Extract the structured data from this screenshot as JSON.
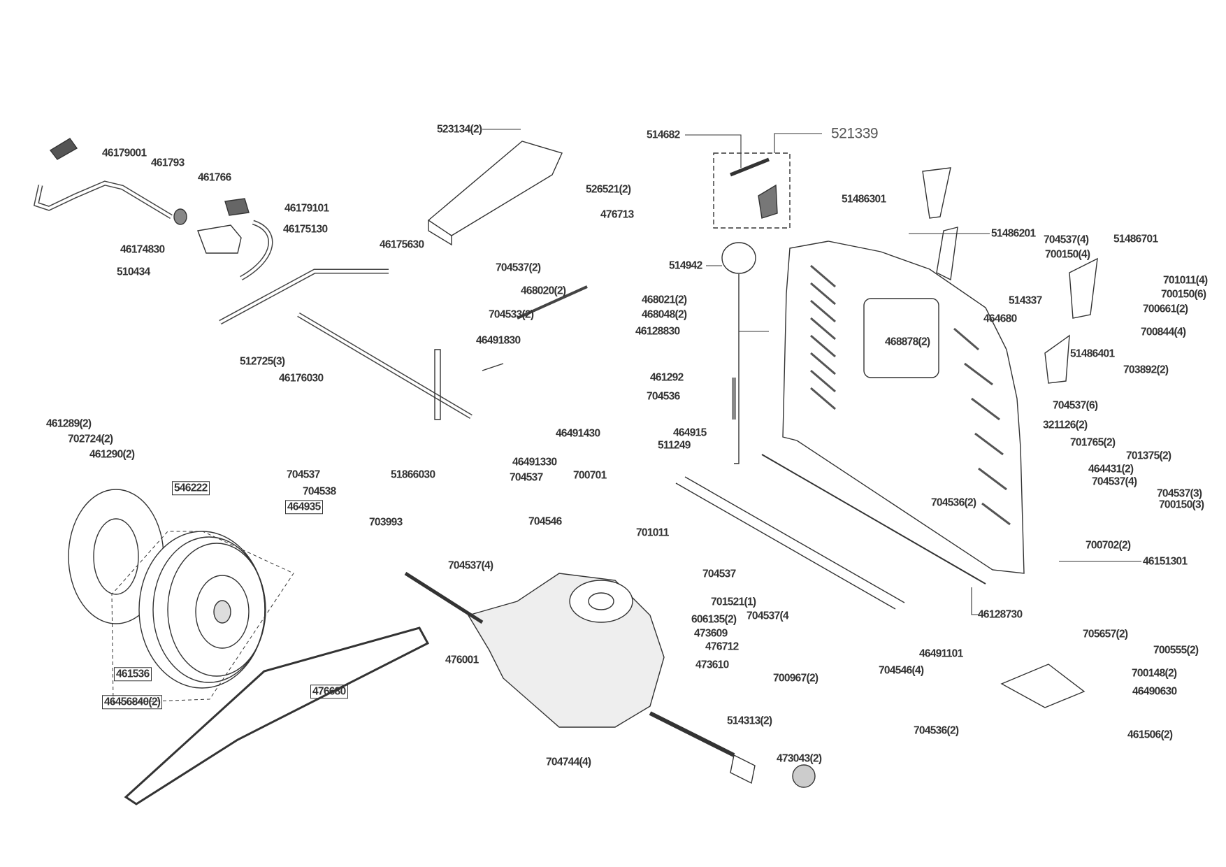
{
  "diagram": {
    "type": "exploded parts diagram",
    "line_color": "#333333",
    "labels": [
      {
        "text": "46179001"
      },
      {
        "text": "461793"
      },
      {
        "text": "461766"
      },
      {
        "text": "46179101"
      },
      {
        "text": "46175130"
      },
      {
        "text": "46174830"
      },
      {
        "text": "510434"
      },
      {
        "text": "46175630"
      },
      {
        "text": "512725(3)"
      },
      {
        "text": "46176030"
      },
      {
        "text": "523134(2)"
      },
      {
        "text": "514682"
      },
      {
        "text": "521339"
      },
      {
        "text": "526521(2)"
      },
      {
        "text": "476713"
      },
      {
        "text": "51486301"
      },
      {
        "text": "51486201"
      },
      {
        "text": "704537(4)"
      },
      {
        "text": "51486701"
      },
      {
        "text": "700150(4)"
      },
      {
        "text": "514337"
      },
      {
        "text": "464680"
      },
      {
        "text": "701011(4)"
      },
      {
        "text": "700150(6)"
      },
      {
        "text": "700661(2)"
      },
      {
        "text": "700844(4)"
      },
      {
        "text": "51486401"
      },
      {
        "text": "703892(2)"
      },
      {
        "text": "704537(6)"
      },
      {
        "text": "321126(2)"
      },
      {
        "text": "468878(2)"
      },
      {
        "text": "704537(2)"
      },
      {
        "text": "468020(2)"
      },
      {
        "text": "468021(2)"
      },
      {
        "text": "468048(2)"
      },
      {
        "text": "704533(2)"
      },
      {
        "text": "46491830"
      },
      {
        "text": "514942"
      },
      {
        "text": "46128830"
      },
      {
        "text": "461292"
      },
      {
        "text": "704536"
      },
      {
        "text": "46491430"
      },
      {
        "text": "464915"
      },
      {
        "text": "511249"
      },
      {
        "text": "700701"
      },
      {
        "text": "46491330"
      },
      {
        "text": "704537"
      },
      {
        "text": "51866030"
      },
      {
        "text": "704537"
      },
      {
        "text": "704538"
      },
      {
        "text": "464935",
        "boxed": true
      },
      {
        "text": "703993"
      },
      {
        "text": "704546"
      },
      {
        "text": "461289(2)"
      },
      {
        "text": "702724(2)"
      },
      {
        "text": "461290(2)"
      },
      {
        "text": "546222",
        "boxed": true
      },
      {
        "text": "461536",
        "boxed": true
      },
      {
        "text": "46456840(2)",
        "boxed": true
      },
      {
        "text": "476680",
        "boxed": true
      },
      {
        "text": "704537(4)"
      },
      {
        "text": "476001"
      },
      {
        "text": "606135(2)"
      },
      {
        "text": "473609"
      },
      {
        "text": "476712"
      },
      {
        "text": "473610"
      },
      {
        "text": "514313(2)"
      },
      {
        "text": "473043(2)"
      },
      {
        "text": "704744(4)"
      },
      {
        "text": "701011"
      },
      {
        "text": "704537"
      },
      {
        "text": "701521(1)"
      },
      {
        "text": "704537(4"
      },
      {
        "text": "700967(2)"
      },
      {
        "text": "704546(4)"
      },
      {
        "text": "46491101"
      },
      {
        "text": "46128730"
      },
      {
        "text": "46151301"
      },
      {
        "text": "700702(2)"
      },
      {
        "text": "704537(3)"
      },
      {
        "text": "700150(3)"
      },
      {
        "text": "704536(2)"
      },
      {
        "text": "704537(4)"
      },
      {
        "text": "464431(2)"
      },
      {
        "text": "701375(2)"
      },
      {
        "text": "701765(2)"
      },
      {
        "text": "705657(2)"
      },
      {
        "text": "700555(2)"
      },
      {
        "text": "700148(2)"
      },
      {
        "text": "46490630"
      },
      {
        "text": "704536(2)"
      },
      {
        "text": "461506(2)"
      }
    ]
  }
}
